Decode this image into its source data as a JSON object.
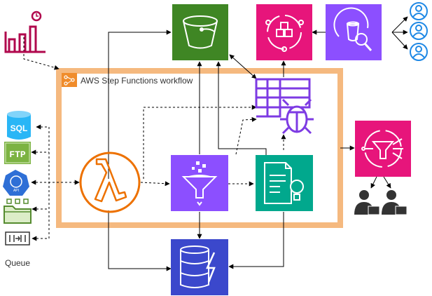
{
  "workflow": {
    "label": "AWS Step Functions workflow"
  },
  "sources": {
    "queue_label": "Queue",
    "sql_text": "SQL",
    "ftp_text": "FTP",
    "api_text": "API"
  },
  "colors": {
    "storage_green": "#3F8624",
    "analytics_purple": "#8C4FFF",
    "compute_orange": "#ED7100",
    "app_pink": "#E7157B",
    "database_blue": "#3B48CC",
    "ml_teal": "#01A88D",
    "workflow_border": "#F5B97F",
    "user_blue": "#1E88E5",
    "metric_pink": "#B0084D"
  },
  "icons": [
    "metrics-icon",
    "s3-bucket-icon",
    "data-exchange-icon",
    "athena-icon",
    "users-icon",
    "step-functions-icon",
    "lambda-icon",
    "glue-databrew-icon",
    "glue-crawler-icon",
    "data-catalog-icon",
    "sns-icon",
    "dynamodb-icon",
    "subscribers-icon",
    "sql-database-icon",
    "ftp-server-icon",
    "api-icon",
    "file-folder-icon",
    "queue-icon"
  ]
}
